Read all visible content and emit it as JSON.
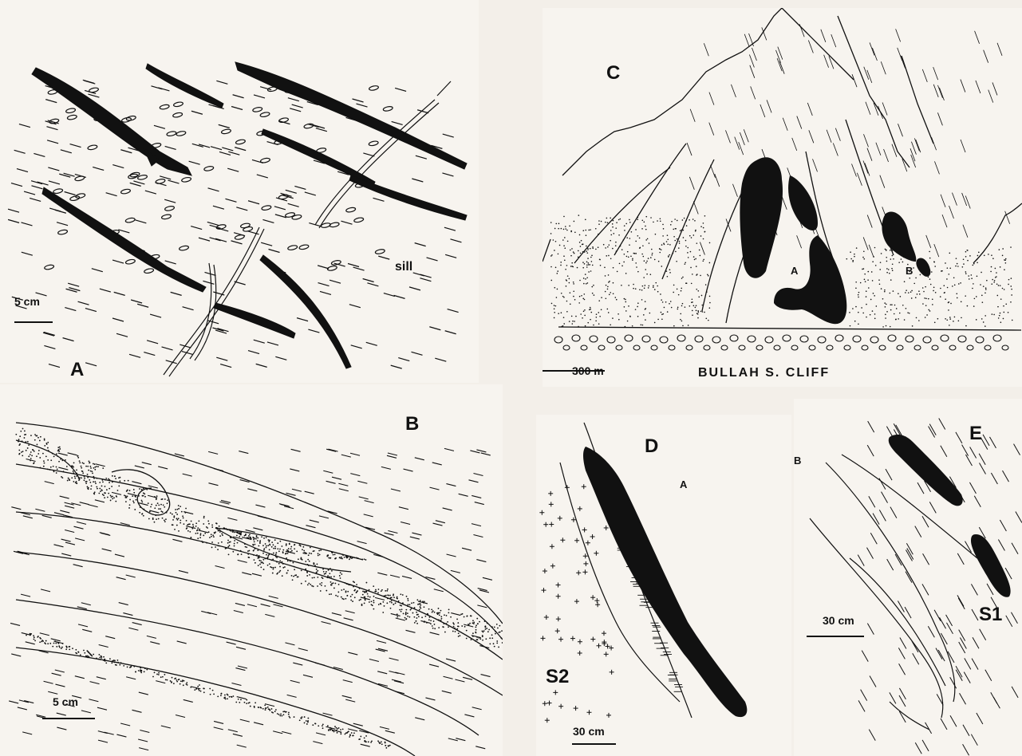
{
  "figure": {
    "panels": {
      "A": {
        "letter": "A",
        "sill_label": "sill",
        "scale_label": "5 cm"
      },
      "B": {
        "letter": "B",
        "scale_label": "5 cm"
      },
      "C": {
        "letter": "C",
        "scale_label": "300 m",
        "caption": "BULLAH S. CLIFF",
        "marker_a": "A",
        "marker_b": "B"
      },
      "D": {
        "letter": "D",
        "marker_a": "A",
        "unit_label": "S2",
        "scale_label": "30 cm"
      },
      "E": {
        "letter": "E",
        "marker_b": "B",
        "unit_label": "S1",
        "scale_label": "30 cm"
      }
    }
  },
  "colors": {
    "ink": "#111111",
    "paper": "#f7f4ef",
    "bleed_text": "#a8a29b"
  }
}
